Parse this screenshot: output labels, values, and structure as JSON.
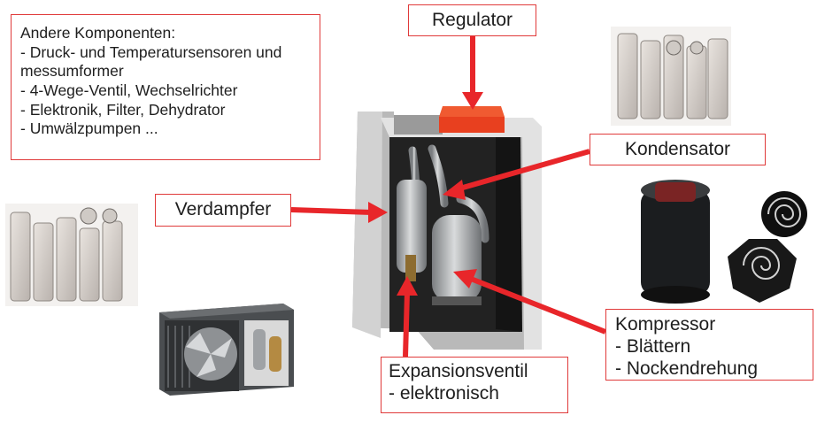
{
  "labels": {
    "components": {
      "title": "Andere Komponenten:",
      "items": [
        "- Druck- und Temperatursensoren und",
        "messumformer",
        "- 4-Wege-Ventil, Wechselrichter",
        "- Elektronik, Filter, Dehydrator",
        "- Umwälzpumpen ..."
      ]
    },
    "regulator": "Regulator",
    "kondensator": "Kondensator",
    "verdampfer": "Verdampfer",
    "kompressor": {
      "title": "Kompressor",
      "line1": "- Blättern",
      "line2": "- Nockendrehung"
    },
    "expansion": {
      "line1": "Expansionsventil",
      "line2": "- elektronisch"
    }
  },
  "colors": {
    "arrow": "#e8262a",
    "border": "#e03a3a",
    "unit_housing": "#c9c9c9",
    "regulator_box": "#e8401f"
  }
}
